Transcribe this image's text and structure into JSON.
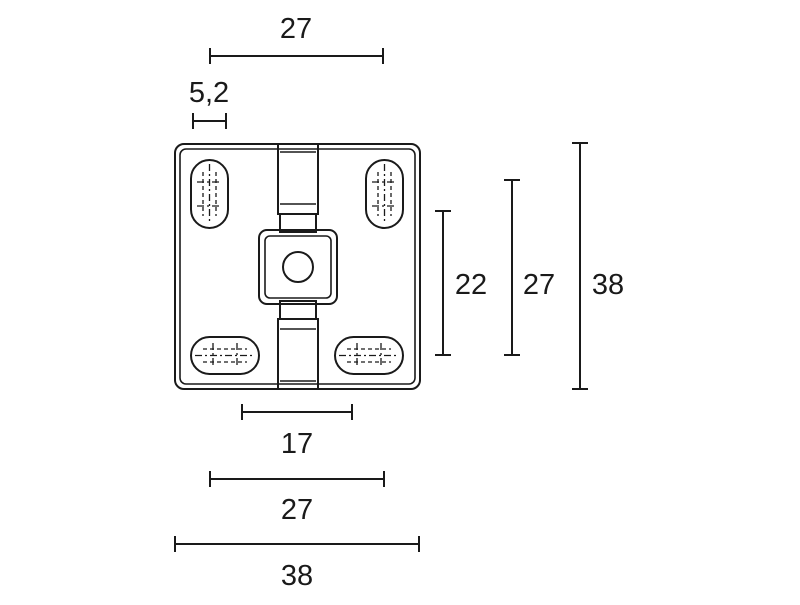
{
  "drawing": {
    "dimensions": {
      "top_width": "27",
      "slot_width": "5,2",
      "height_inner": "22",
      "height_mid": "27",
      "height_outer": "38",
      "bottom_inner": "17",
      "bottom_mid": "27",
      "bottom_outer": "38"
    },
    "colors": {
      "line": "#1a1a1a",
      "background": "#ffffff"
    }
  }
}
